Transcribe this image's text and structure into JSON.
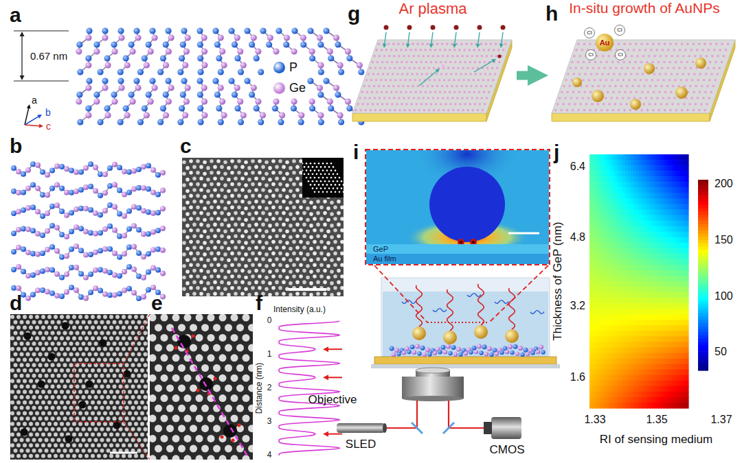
{
  "diagram": {
    "nodes": [
      {
        "text": [
          "Ar plasma"
        ]
      },
      {
        "text": [
          "In-situ growth of AuNPs"
        ]
      },
      {
        "text": [
          "Au"
        ],
        "in": 1
      },
      {
        "text": [
          "GeP"
        ]
      },
      {
        "text": [
          "Au film"
        ]
      }
    ],
    "edges": [
      {
        "from": 0,
        "to": 1,
        "arrow": "to"
      }
    ],
    "labels": [
      "a",
      "0.67 nm",
      "a",
      "b",
      "c",
      "b",
      "c",
      "d",
      "e",
      "f",
      "Intensity (a.u.)",
      "0",
      "1",
      "2",
      "3",
      "4",
      "Distance (nm)",
      "g",
      "h",
      "Cl",
      "Cl",
      "Cl",
      "Cl",
      "i",
      "Objective",
      "SLED",
      "CMOS",
      "j",
      "6.4",
      "4.8",
      "3.2",
      "1.6",
      "Thickness of GeP (nm)",
      "1.33",
      "1.35",
      "1.37",
      "RI of sensing medium",
      "200",
      "150",
      "100",
      "50"
    ],
    "legend": [
      {
        "text": "P",
        "color": "#1f62d0"
      },
      {
        "text": "Ge",
        "color": "#c27fd9"
      }
    ]
  }
}
